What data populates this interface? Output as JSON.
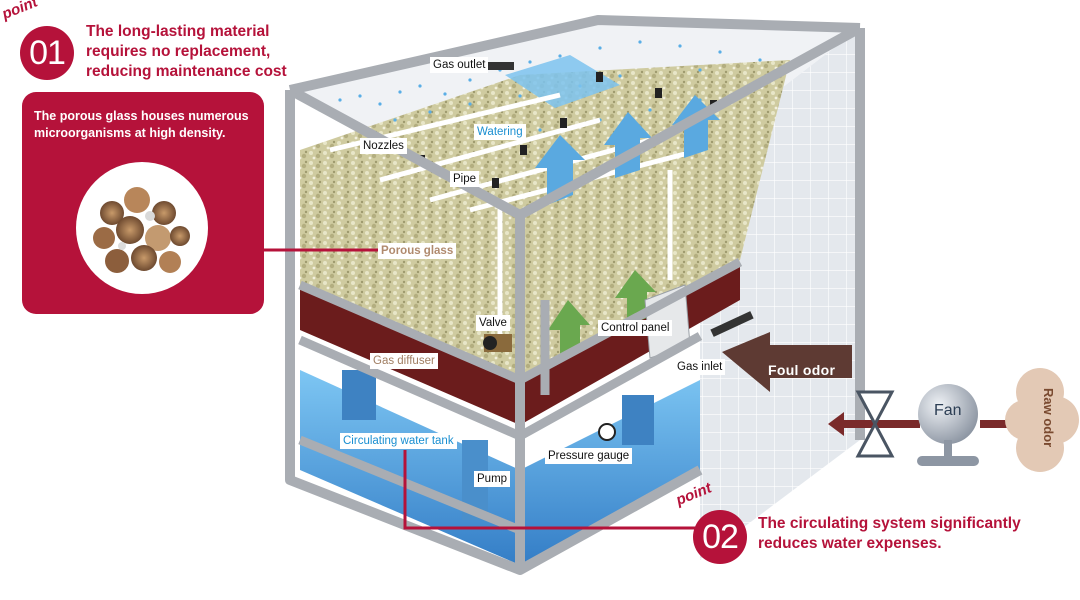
{
  "point1": {
    "badge_word": "point",
    "number": "01",
    "headline_lines": [
      "The long-lasting material",
      "requires no replacement,",
      "reducing maintenance cost"
    ]
  },
  "point2": {
    "badge_word": "point",
    "number": "02",
    "headline_lines": [
      "The circulating system significantly",
      "reduces water expenses."
    ]
  },
  "callout_card": {
    "text_lines": [
      "The porous glass houses numerous",
      "microorganisms at high density."
    ],
    "image": "porous-glass-photo"
  },
  "labels": {
    "gas_outlet": "Gas outlet",
    "watering": "Watering",
    "nozzles": "Nozzles",
    "pipe": "Pipe",
    "porous_glass": "Porous glass",
    "valve": "Valve",
    "control_panel": "Control panel",
    "gas_diffuser": "Gas diffuser",
    "gas_inlet": "Gas inlet",
    "circulating_water_tank": "Circulating water tank",
    "pressure_gauge": "Pressure gauge",
    "pump": "Pump"
  },
  "flow": {
    "foul_odor": "Foul odor",
    "fan": "Fan",
    "raw_odor": "Raw odor"
  },
  "colors": {
    "accent": "#b5123a",
    "frame": "#a9adb3",
    "water": "#2c8fd6",
    "glass": "#c9c79b",
    "arrow_green": "#6aa84f",
    "arrow_blue": "#5aa9e0",
    "duct": "#5e3a33"
  }
}
